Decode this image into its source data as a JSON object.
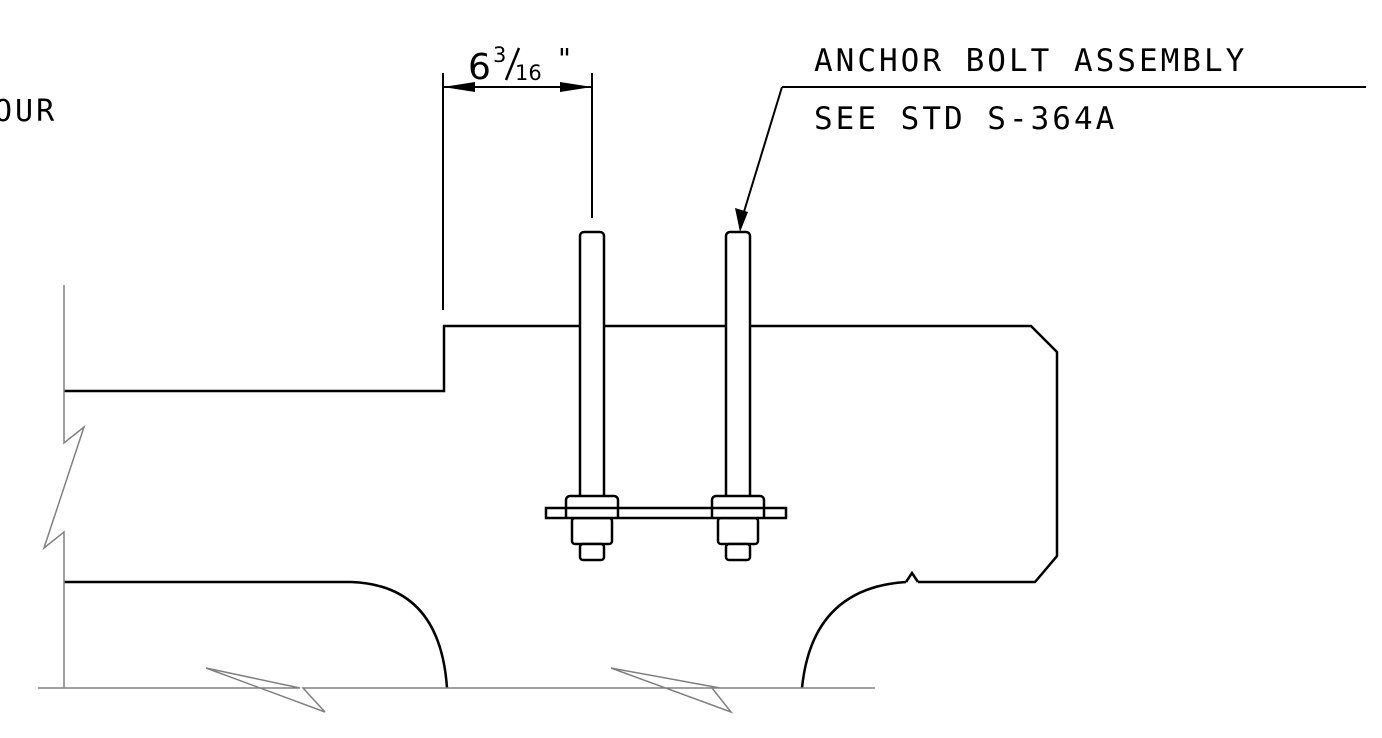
{
  "diagram": {
    "colors": {
      "line": "#000000",
      "break_line": "#808080",
      "background": "#ffffff"
    },
    "text": {
      "left_partial": "OUR",
      "dimension_whole": "6",
      "dimension_numerator": "3",
      "dimension_denominator": "16",
      "dimension_unit": "\"",
      "callout_line1": "ANCHOR BOLT ASSEMBLY",
      "callout_line2": "SEE STD S-364A"
    }
  }
}
